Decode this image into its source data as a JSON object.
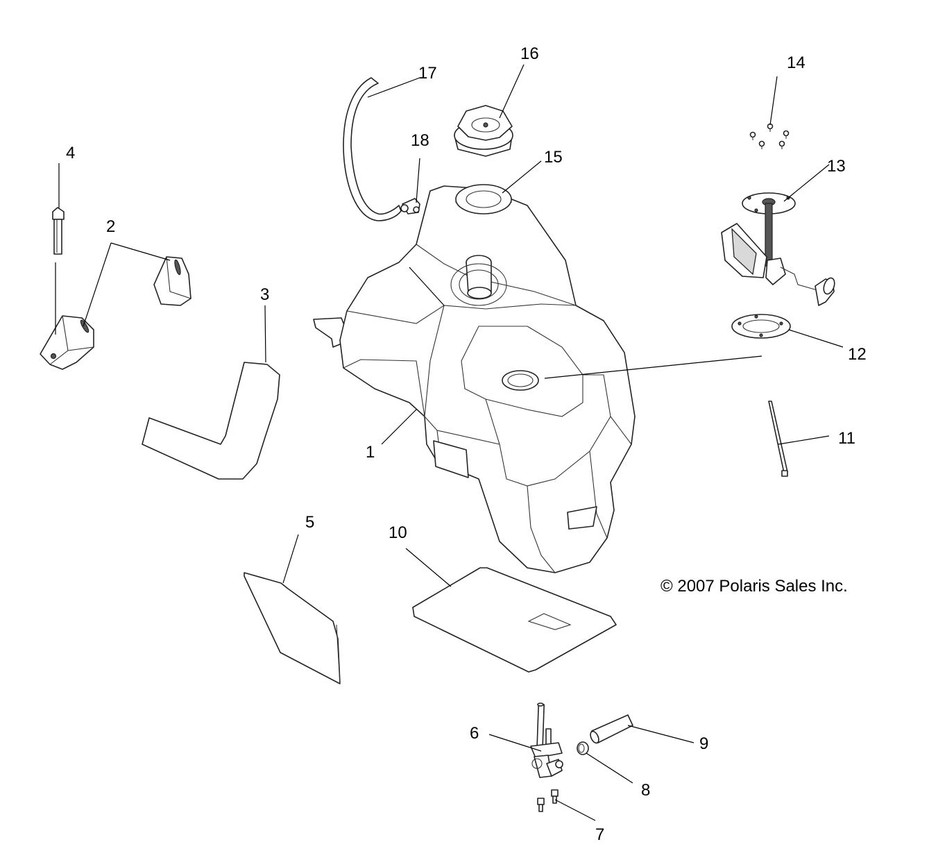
{
  "diagram": {
    "title": "Fuel tank assembly exploded view",
    "copyright": "© 2007 Polaris Sales Inc.",
    "callouts": [
      {
        "id": "1",
        "part": "fuel-tank"
      },
      {
        "id": "2",
        "part": "mounting-bracket"
      },
      {
        "id": "3",
        "part": "strap-pad"
      },
      {
        "id": "4",
        "part": "bolt"
      },
      {
        "id": "5",
        "part": "pad"
      },
      {
        "id": "6",
        "part": "fuel-valve"
      },
      {
        "id": "7",
        "part": "screw"
      },
      {
        "id": "8",
        "part": "clamp"
      },
      {
        "id": "9",
        "part": "fuel-hose"
      },
      {
        "id": "10",
        "part": "pad"
      },
      {
        "id": "11",
        "part": "cable-tie"
      },
      {
        "id": "12",
        "part": "gasket"
      },
      {
        "id": "13",
        "part": "fuel-sender"
      },
      {
        "id": "14",
        "part": "screw"
      },
      {
        "id": "15",
        "part": "seal"
      },
      {
        "id": "16",
        "part": "fuel-cap"
      },
      {
        "id": "17",
        "part": "vent-hose"
      },
      {
        "id": "18",
        "part": "check-valve"
      }
    ]
  }
}
